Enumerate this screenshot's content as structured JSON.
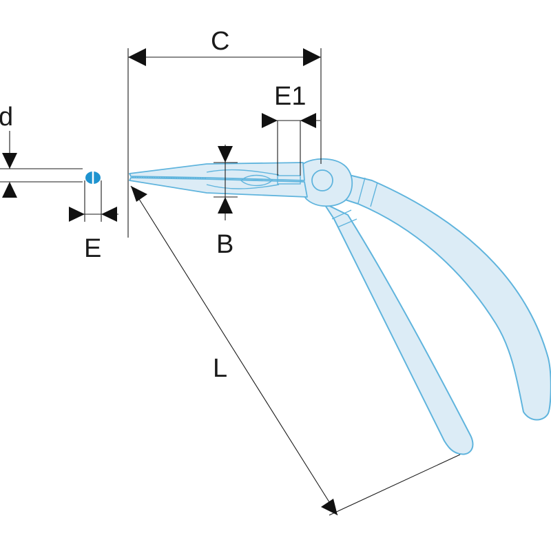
{
  "labels": {
    "c": "C",
    "e1": "E1",
    "d": "d",
    "b": "B",
    "e": "E",
    "l": "L"
  },
  "colors": {
    "tool_fill": "#dcecf6",
    "tool_stroke": "#5fb4dd",
    "tip_section": "#1e93cf",
    "dimension": "#1a1a1a"
  }
}
